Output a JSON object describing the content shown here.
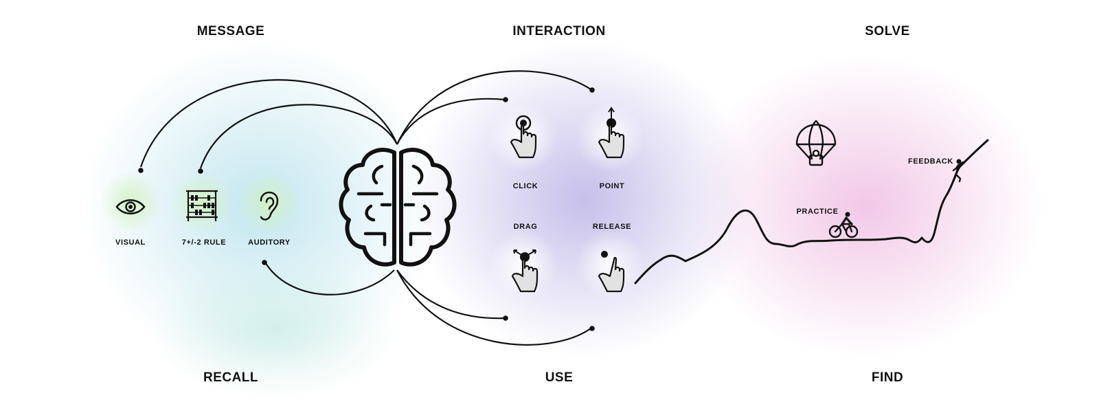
{
  "headings": {
    "message": "MESSAGE",
    "interaction": "INTERACTION",
    "solve": "SOLVE",
    "recall": "RECALL",
    "use": "USE",
    "find": "FIND"
  },
  "message_items": [
    {
      "label": "VISUAL",
      "icon": "eye-icon"
    },
    {
      "label": "7+/-2 RULE",
      "icon": "abacus-icon"
    },
    {
      "label": "AUDITORY",
      "icon": "ear-icon"
    }
  ],
  "interaction_items": [
    {
      "label": "CLICK",
      "icon": "click-gesture-icon"
    },
    {
      "label": "POINT",
      "icon": "point-gesture-icon"
    },
    {
      "label": "DRAG",
      "icon": "drag-gesture-icon"
    },
    {
      "label": "RELEASE",
      "icon": "release-gesture-icon"
    }
  ],
  "solve_items": {
    "practice": "PRACTICE",
    "feedback": "FEEDBACK",
    "icons": [
      "parachute-icon",
      "cyclist-icon",
      "climber-icon"
    ]
  },
  "center_icon": "brain-icon",
  "colors": {
    "ink": "#111111",
    "teal_glow": "#b8e2ec",
    "green_glow": "#d4f2c6",
    "violet_glow": "#bdb4e6",
    "pink_glow": "#f0c2e4",
    "hand_fill": "#e2e2e2"
  }
}
